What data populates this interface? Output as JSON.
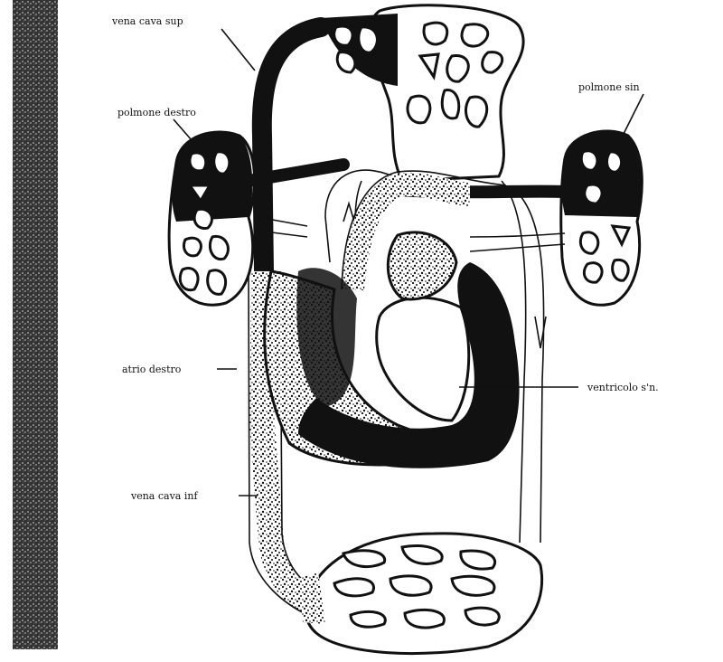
{
  "labels": {
    "vena_cava_sup": "vena cava sup",
    "polmone_destro": "polmone destro",
    "polmone_sin": "polmone sin",
    "atrio_destro": "atrio destro",
    "ventricolo_sin": "ventricolo s'n.",
    "vena_cava_inf": "vena cava inf"
  },
  "colors": {
    "ink": "#111111",
    "paper": "#ffffff",
    "strip": "#2a2a2a"
  }
}
